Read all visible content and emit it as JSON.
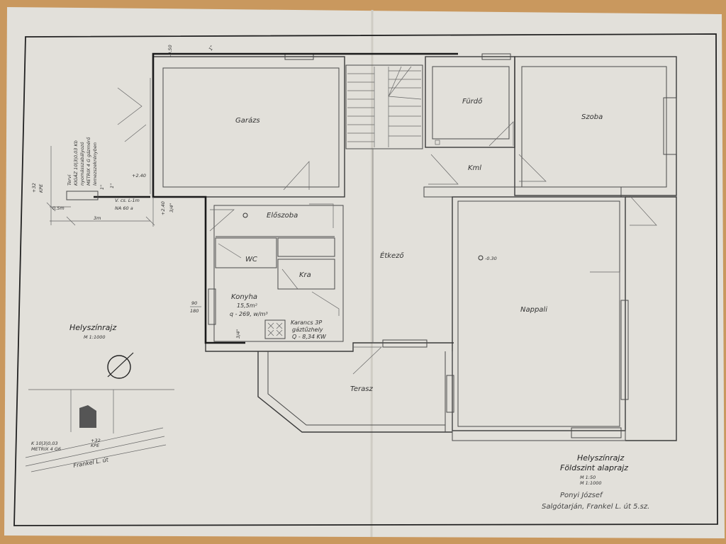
{
  "rooms": {
    "garage": "Garázs",
    "bathroom": "Fürdő",
    "room": "Szoba",
    "hall": "Előszoba",
    "wc": "WC",
    "pantry": "Kra",
    "closet": "Kml",
    "dining": "Étkező",
    "living": "Nappali",
    "kitchen": "Konyha",
    "terrace": "Terasz"
  },
  "annotations": {
    "level_a": "-0.50",
    "level_b": "+2.40",
    "level_c": "+2.40",
    "level_living": "-0.30",
    "pipe_a": "3/4\"",
    "pipe_b": "3/4\"",
    "pipe_c": "1\"",
    "pipe_d": "1\"",
    "pipe_e": "1\"",
    "kitchen_area": "15,5m²",
    "kitchen_load": "q - 269, w/m³",
    "heater": "Karancs 3P",
    "gas_appliance": "gáztűzhely",
    "heater_power": "Q - 8,34 KW",
    "frac_top": "90",
    "frac_bottom": "180",
    "gas_pipe": "V. cs. L-1m",
    "na": "NA 60 a"
  },
  "meter": {
    "line1": "Tervi",
    "line2": "KIGÁZ 10|3|0,03 Kb",
    "line3": "nyomásszabályozó",
    "line4": "METRIX 4 G gázmérő",
    "line5": "lemezszekrényben",
    "kpe_top": "+32",
    "kpe_bottom": "KPE",
    "dim_small": "0,5m",
    "dim_large": "3m"
  },
  "site": {
    "title": "Helyszínrajz",
    "scale": "M 1:1000"
  },
  "inset": {
    "line1": "K 10|3|0,03",
    "line2": "METRIX 4 G6",
    "kpe_top": "+32",
    "kpe_bottom": "KPE",
    "street": "Frankel L. út"
  },
  "title_block": {
    "line1": "Helyszínrajz",
    "line2": "Földszint alaprajz",
    "scale1": "M 1:50",
    "scale2": "M 1:1000",
    "owner": "Ponyi József",
    "address": "Salgótarján, Frankel L. út 5.sz."
  }
}
